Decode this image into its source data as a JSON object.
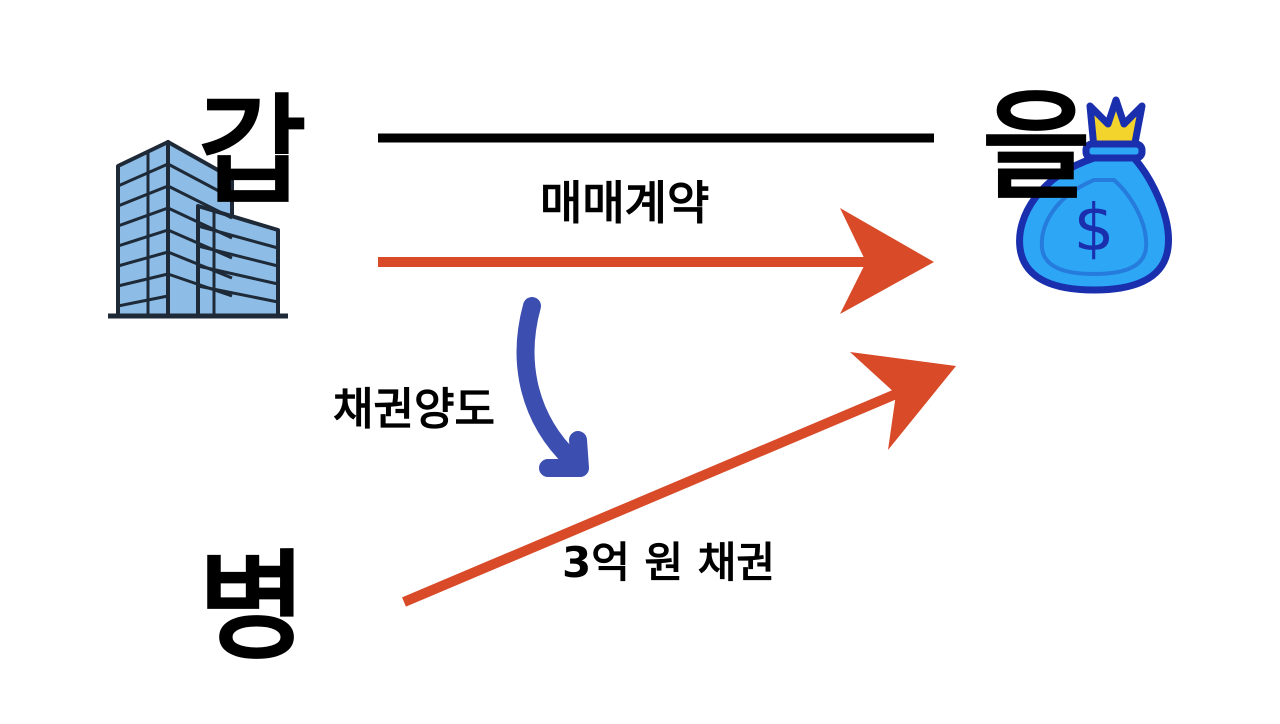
{
  "parties": {
    "gap": "갑",
    "eul": "을",
    "byeong": "병"
  },
  "relations": {
    "sale_contract": "매매계약",
    "assignment": "채권양도",
    "claim": "3억 원 채권"
  },
  "icons": {
    "gap": "office-building-icon",
    "eul": "money-bag-icon",
    "eul_symbol": "$"
  },
  "colors": {
    "line": "#000000",
    "arrow_red": "#d84a28",
    "arrow_blue": "#3c4fb0",
    "building_glass": "#8dbde6",
    "building_outline": "#1e2a38",
    "bag_fill": "#2da6f5",
    "bag_outline": "#1a2fae",
    "bag_tie": "#f3d42c"
  }
}
